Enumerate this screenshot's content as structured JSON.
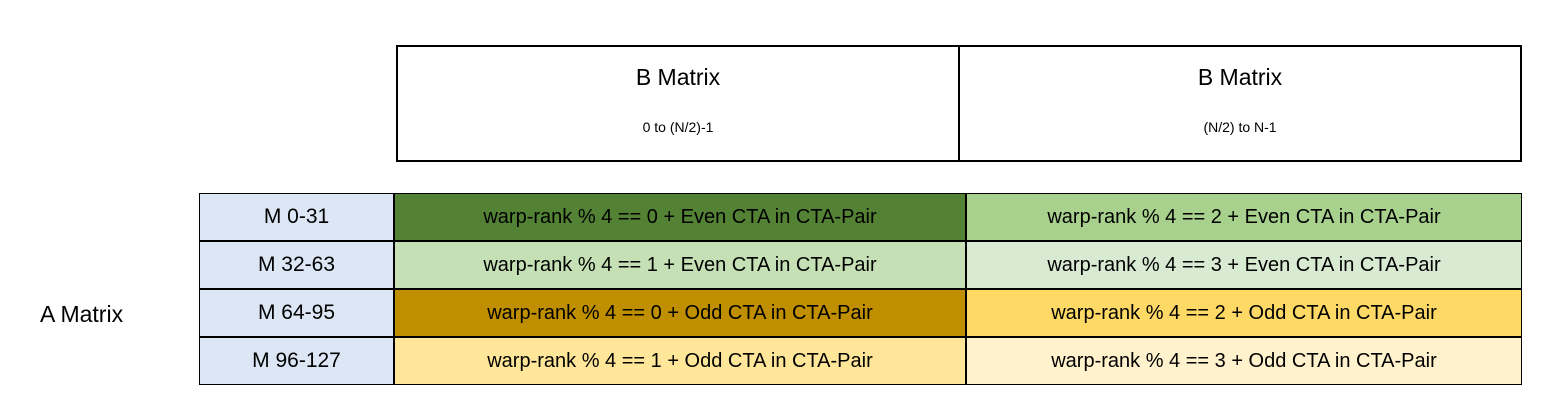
{
  "diagram": {
    "a_matrix_label": "A Matrix",
    "b_header": {
      "columns": [
        {
          "title": "B Matrix",
          "range": "0 to (N/2)-1"
        },
        {
          "title": "B Matrix",
          "range": "(N/2) to N-1"
        }
      ]
    },
    "row_labels": [
      "M 0-31",
      "M 32-63",
      "M 64-95",
      "M 96-127"
    ],
    "cells": [
      {
        "left": "warp-rank % 4 == 0  + Even CTA in CTA-Pair",
        "right": "warp-rank % 4 == 2  + Even CTA in CTA-Pair"
      },
      {
        "left": "warp-rank % 4 == 1  + Even CTA in CTA-Pair",
        "right": "warp-rank % 4 == 3  + Even CTA in CTA-Pair"
      },
      {
        "left": "warp-rank % 4 == 0  + Odd CTA in CTA-Pair",
        "right": "warp-rank % 4 == 2  + Odd CTA in CTA-Pair"
      },
      {
        "left": "warp-rank % 4 == 1  + Odd CTA in CTA-Pair",
        "right": "warp-rank % 4 == 3  + Odd CTA in CTA-Pair"
      }
    ],
    "colors": {
      "row_label_fill": "#dce6f5",
      "border": "#000000",
      "header_fill": "#ffffff",
      "cell_fills": [
        {
          "left": "#548235",
          "right": "#a9d18e"
        },
        {
          "left": "#c5e0b4",
          "right": "#d9ead3"
        },
        {
          "left": "#bf8f00",
          "right": "#ffd966"
        },
        {
          "left": "#ffe699",
          "right": "#fff2cc"
        }
      ]
    }
  }
}
